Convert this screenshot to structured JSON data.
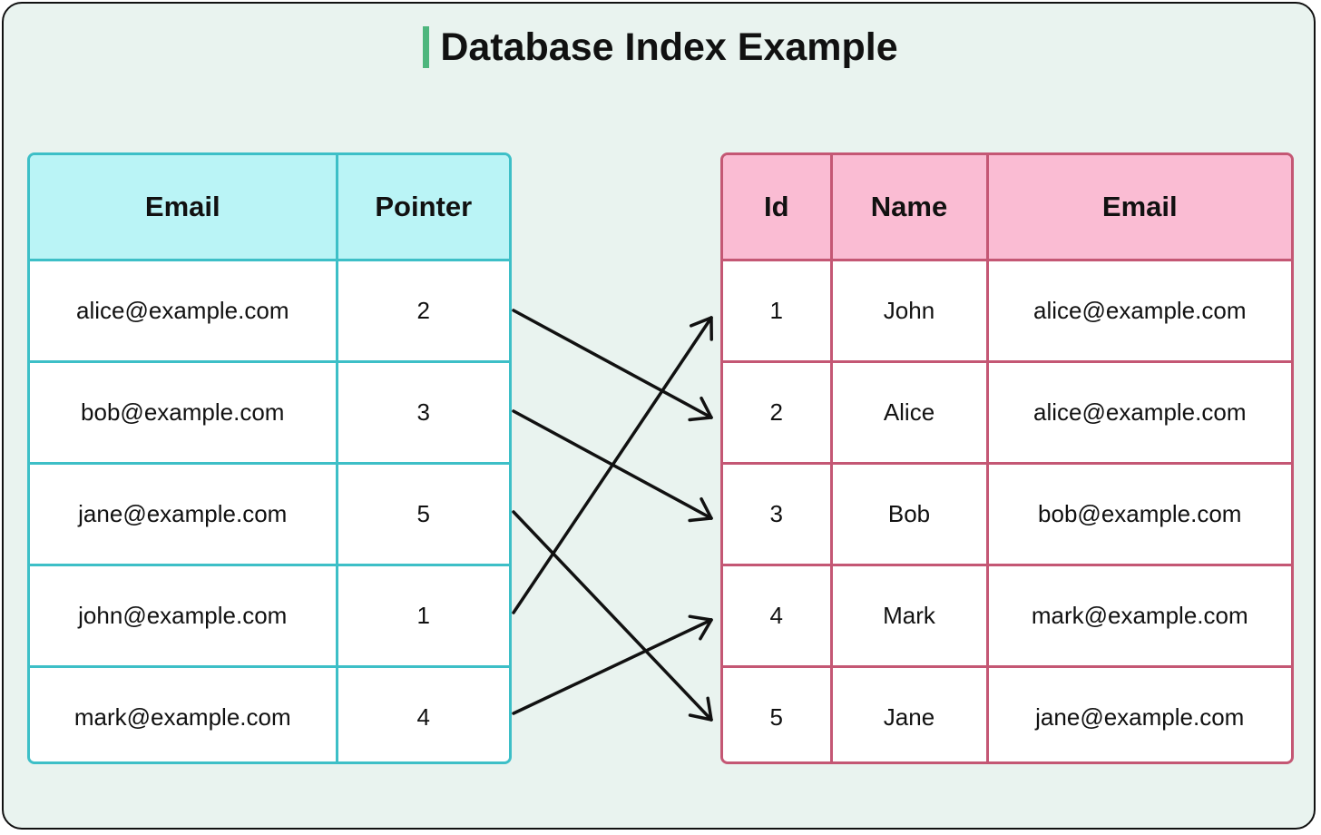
{
  "title": "Database Index Example",
  "colors": {
    "background": "#e9f3ef",
    "title_accent": "#4db67d",
    "index_border": "#3dbfc7",
    "index_header": "#baf4f6",
    "data_border": "#c45774",
    "data_header": "#fabcd3",
    "arrow": "#111111"
  },
  "index_table": {
    "headers": [
      "Email",
      "Pointer"
    ],
    "rows": [
      [
        "alice@example.com",
        "2"
      ],
      [
        "bob@example.com",
        "3"
      ],
      [
        "jane@example.com",
        "5"
      ],
      [
        "john@example.com",
        "1"
      ],
      [
        "mark@example.com",
        "4"
      ]
    ]
  },
  "data_table": {
    "headers": [
      "Id",
      "Name",
      "Email"
    ],
    "rows": [
      [
        "1",
        "John",
        "alice@example.com"
      ],
      [
        "2",
        "Alice",
        "alice@example.com"
      ],
      [
        "3",
        "Bob",
        "bob@example.com"
      ],
      [
        "4",
        "Mark",
        "mark@example.com"
      ],
      [
        "5",
        "Jane",
        "jane@example.com"
      ]
    ]
  },
  "arrows": [
    {
      "from_index_row": 1,
      "to_data_row": 2
    },
    {
      "from_index_row": 2,
      "to_data_row": 3
    },
    {
      "from_index_row": 3,
      "to_data_row": 5
    },
    {
      "from_index_row": 4,
      "to_data_row": 1
    },
    {
      "from_index_row": 5,
      "to_data_row": 4
    }
  ]
}
